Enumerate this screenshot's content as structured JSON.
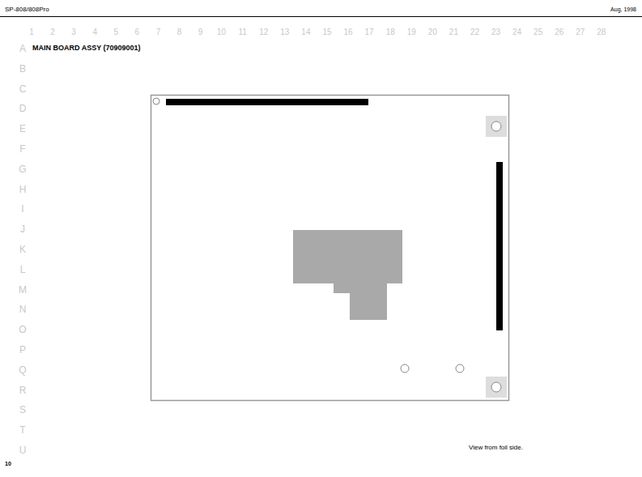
{
  "diagram": {
    "title": "MAIN BOARD ASSY (70909001)",
    "caption": "View from foil side.",
    "labels": [
      "SP-808/808Pro",
      "Aug, 1998",
      "1",
      "2",
      "3",
      "4",
      "5",
      "6",
      "7",
      "8",
      "9",
      "10",
      "11",
      "12",
      "13",
      "14",
      "15",
      "16",
      "17",
      "18",
      "19",
      "20",
      "21",
      "22",
      "23",
      "24",
      "25",
      "26",
      "27",
      "28",
      "A",
      "B",
      "C",
      "D",
      "E",
      "F",
      "G",
      "H",
      "I",
      "J",
      "K",
      "L",
      "M",
      "N",
      "O",
      "P",
      "Q",
      "R",
      "S",
      "T",
      "U",
      "10"
    ]
  }
}
